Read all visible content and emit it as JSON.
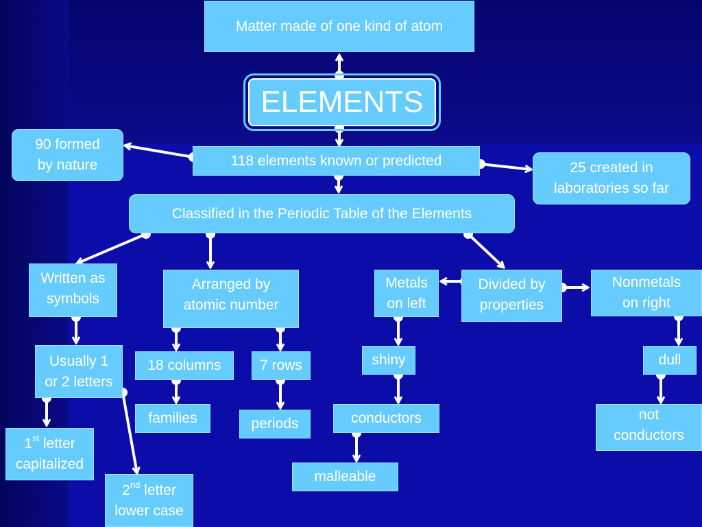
{
  "nodes": {
    "matter": "Matter made of one kind of atom",
    "elements": "ELEMENTS",
    "known": "118 elements known or predicted",
    "nature": {
      "line1": "90 formed",
      "line2": "by nature"
    },
    "labs": {
      "line1": "25 created in",
      "line2": "laboratories so far"
    },
    "classified": "Classified in the Periodic Table of the Elements",
    "symbols": {
      "line1": "Written as",
      "line2": "symbols"
    },
    "atomic": {
      "line1": "Arranged by",
      "line2": "atomic number"
    },
    "metals": {
      "line1": "Metals",
      "line2": "on left"
    },
    "divided": {
      "line1": "Divided by",
      "line2": "properties"
    },
    "nonmetals": {
      "line1": "Nonmetals",
      "line2": "on right"
    },
    "letters": {
      "line1": "Usually 1",
      "line2": "or 2 letters"
    },
    "columns": "18 columns",
    "rows": "7 rows",
    "shiny": "shiny",
    "dull": "dull",
    "families": "families",
    "periods": "periods",
    "conductors": "conductors",
    "not_conductors": {
      "line1": "not",
      "line2": "conductors"
    },
    "malleable": "malleable",
    "first_letter": {
      "num": "1",
      "sup": "st",
      "rest": " letter",
      "line2": "capitalized"
    },
    "second_letter": {
      "num": "2",
      "sup": "nd",
      "rest": " letter",
      "line2": "lower case"
    }
  },
  "colors": {
    "box_fill": "#66ccff",
    "text": "#ffffff",
    "background": "#0c0ca8",
    "connector": "#ffffff"
  }
}
